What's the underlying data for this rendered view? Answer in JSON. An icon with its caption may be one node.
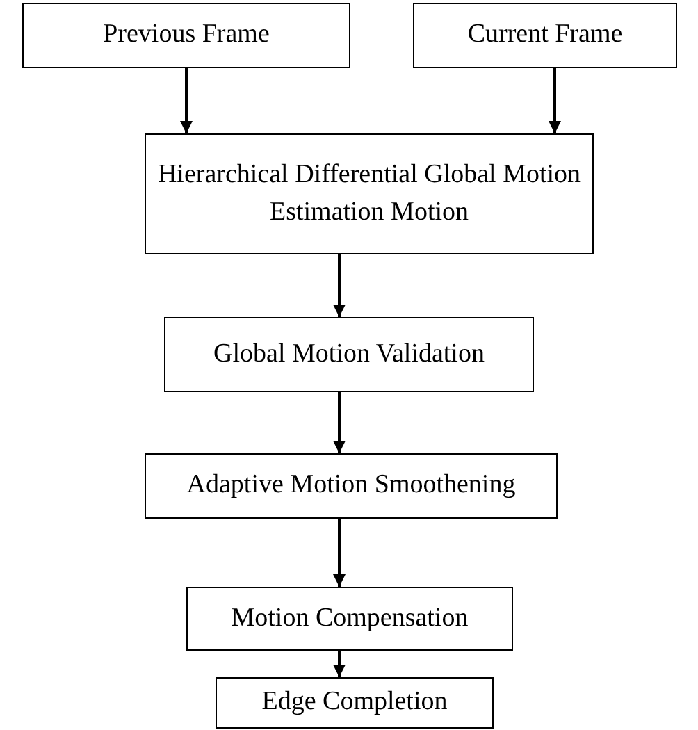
{
  "diagram": {
    "nodes": [
      {
        "text": [
          "Previous Frame"
        ]
      },
      {
        "text": [
          "Current Frame"
        ]
      },
      {
        "text": [
          "Hierarchical Differential Global Motion Estimation Motion"
        ]
      },
      {
        "text": [
          "Global Motion Validation"
        ]
      },
      {
        "text": [
          "Adaptive Motion Smoothening"
        ]
      },
      {
        "text": [
          "Motion Compensation"
        ]
      },
      {
        "text": [
          "Edge Completion"
        ]
      }
    ],
    "edges": [
      {
        "from": 0,
        "to": 2,
        "arrow": "to"
      },
      {
        "from": 1,
        "to": 2,
        "arrow": "to"
      },
      {
        "from": 2,
        "to": 3,
        "arrow": "to"
      },
      {
        "from": 3,
        "to": 4,
        "arrow": "to"
      },
      {
        "from": 4,
        "to": 5,
        "arrow": "to"
      },
      {
        "from": 5,
        "to": 6,
        "arrow": "to"
      }
    ]
  }
}
